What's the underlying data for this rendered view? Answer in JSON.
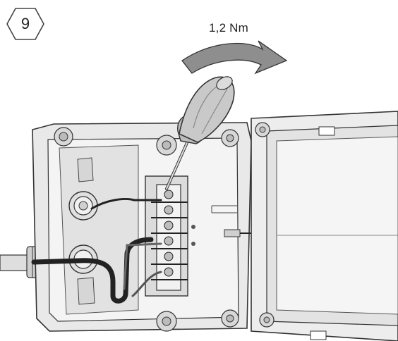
{
  "step": {
    "number": "9"
  },
  "torque": {
    "label": "1,2 Nm"
  },
  "colors": {
    "outline": "#333333",
    "housing_fill": "#e9e9e9",
    "housing_shade": "#cfcfcf",
    "lid_fill": "#ededed",
    "wire_dark": "#222222",
    "arrow_fill": "#8e8e8e"
  },
  "icons": {
    "badge": "hexagon-step-badge",
    "tool": "screwdriver-icon",
    "rotation": "clockwise-rotation-arrow-icon"
  }
}
